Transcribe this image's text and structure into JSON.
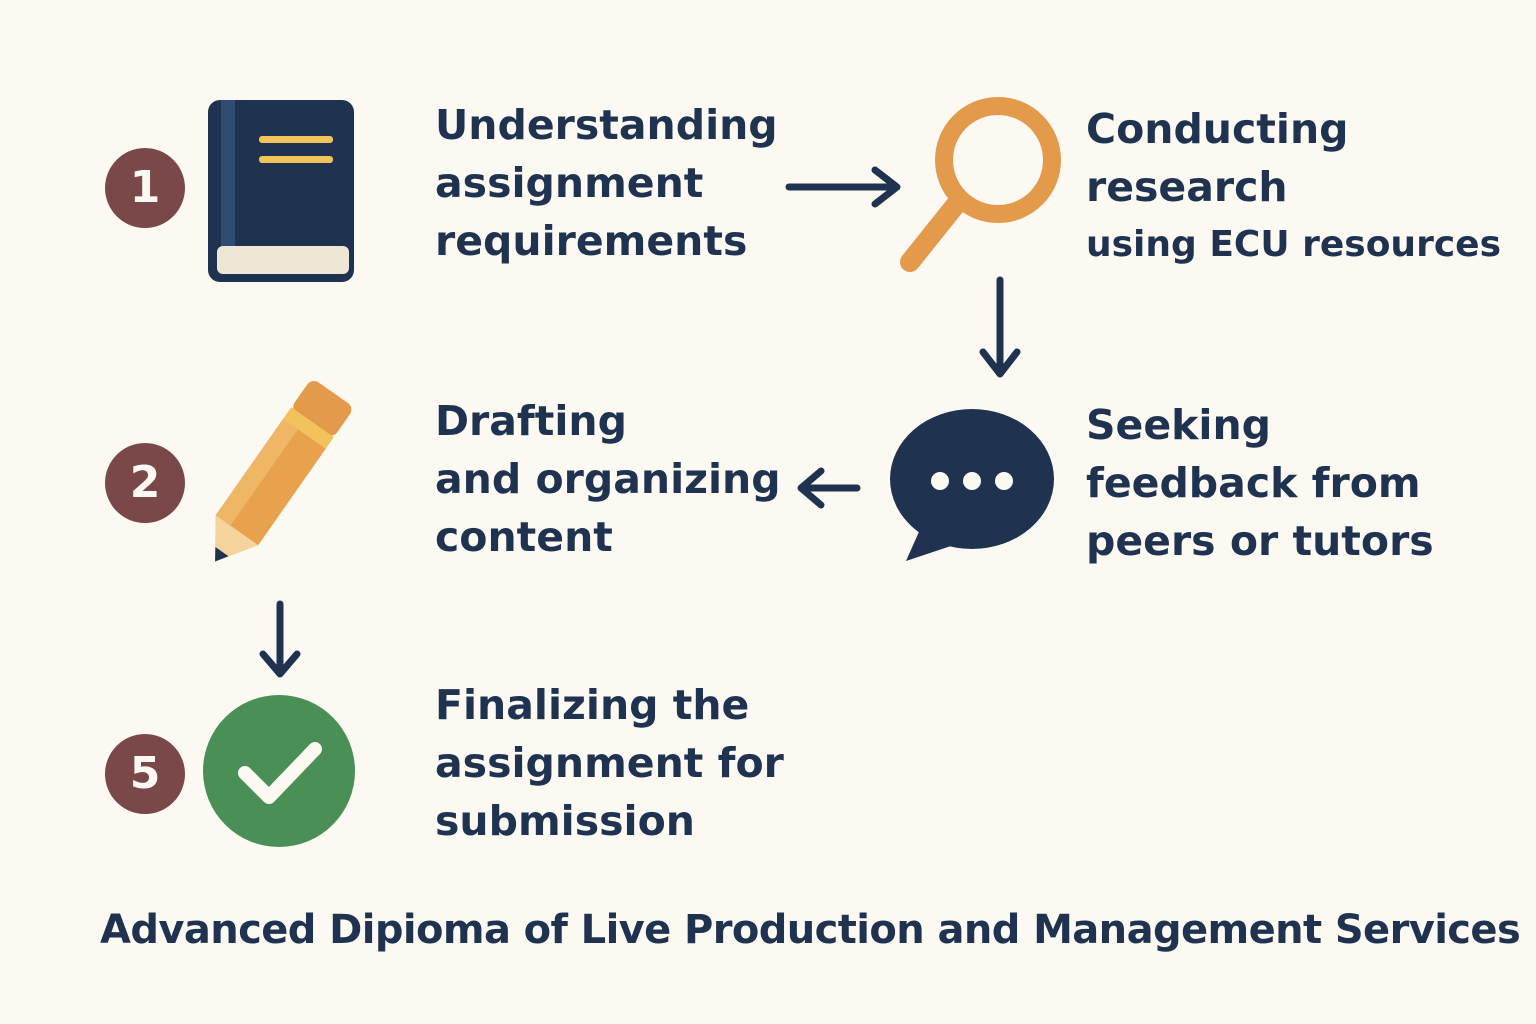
{
  "steps": [
    {
      "number": "1",
      "icon": "book-icon",
      "lines": [
        "Understanding",
        "assignment",
        "requirements"
      ]
    },
    {
      "number": "",
      "icon": "magnifier-icon",
      "lines": [
        "Conducting",
        "research",
        "using ECU resources"
      ]
    },
    {
      "number": "",
      "icon": "speech-bubble-icon",
      "lines": [
        "Seeking",
        "feedback from",
        "peers or tutors"
      ]
    },
    {
      "number": "2",
      "icon": "pencil-icon",
      "lines": [
        "Drafting",
        "and organizing",
        "content"
      ]
    },
    {
      "number": "5",
      "icon": "checkmark-icon",
      "lines": [
        "Finalizing the",
        "assignment for",
        "submission"
      ]
    }
  ],
  "footer": "Advanced Dipioma of Live Production and Management Services",
  "colors": {
    "background": "#fcf9f3",
    "navy": "#1f3350",
    "badge": "#7a4848",
    "orange": "#e39a4a",
    "green": "#4a8f55",
    "yellow": "#f2c35a"
  }
}
